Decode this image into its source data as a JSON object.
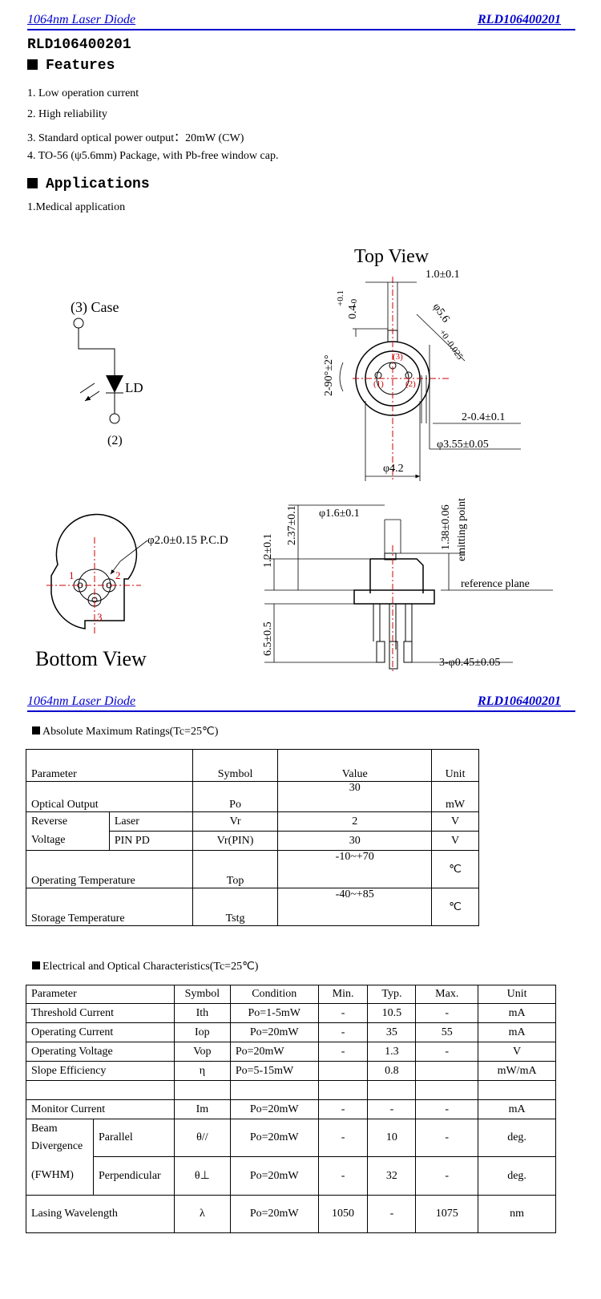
{
  "header": {
    "left": "1064nm Laser Diode",
    "right": "RLD106400201"
  },
  "part_number": "RLD106400201",
  "features": {
    "title": "Features",
    "items": [
      "1. Low operation current",
      "2. High reliability",
      "3. Standard optical power output：20mW (CW)",
      "4. TO-56 (ψ5.6mm) Package, with Pb-free window cap."
    ]
  },
  "applications": {
    "title": "Applications",
    "items": [
      "1.Medical application"
    ]
  },
  "diagram": {
    "top_view": "Top View",
    "bottom_view": "Bottom View",
    "case_label": "(3)  Case",
    "ld_label": "LD",
    "pin2_label": "(2)",
    "dim_1": "1.0±0.1",
    "dim_2": "0.4",
    "dim_2_tol_plus": "+0.1",
    "dim_2_tol_minus": "-0",
    "dim_3": "φ5.6",
    "dim_3_tol": "+0 -0.025",
    "dim_4": "2-90°±2°",
    "dim_5": "2-0.4±0.1",
    "dim_6": "φ3.55±0.05",
    "dim_7": "φ4.2",
    "dim_8": "φ1.6±0.1",
    "dim_9": "2.37±0.1",
    "dim_10": "1.2±0.1",
    "dim_11": "1.38±0.06",
    "dim_12": "emitting point",
    "dim_13": "reference plane",
    "dim_14": "6.5±0.5",
    "dim_15": "3-φ0.45±0.05",
    "dim_16": "φ2.0±0.15 P.C.D",
    "pin_1": "1",
    "pin_2": "2",
    "pin_3": "3",
    "top_pin_1": "(1)",
    "top_pin_2": "(2)",
    "top_pin_3": "(3)"
  },
  "abs_max": {
    "title": "Absolute Maximum Ratings(Tc=25℃)",
    "headers": [
      "Parameter",
      "Symbol",
      "Value",
      "Unit"
    ],
    "optical_output": {
      "param": "Optical Output",
      "symbol": "Po",
      "value": "30",
      "unit": "mW"
    },
    "reverse_voltage": {
      "label_1": "Reverse",
      "label_2": "Voltage",
      "laser": {
        "sub": "Laser",
        "symbol": "Vr",
        "value": "2",
        "unit": "V"
      },
      "pin_pd": {
        "sub": "PIN PD",
        "symbol": "Vr(PIN)",
        "value": "30",
        "unit": "V"
      }
    },
    "operating_temp": {
      "param": "Operating Temperature",
      "symbol": "Top",
      "value": "-10~+70",
      "unit": "℃"
    },
    "storage_temp": {
      "param": "Storage Temperature",
      "symbol": "Tstg",
      "value": "-40~+85",
      "unit": "℃"
    }
  },
  "electrical": {
    "title": "Electrical and Optical Characteristics(Tc=25℃)",
    "headers": [
      "Parameter",
      "Symbol",
      "Condition",
      "Min.",
      "Typ.",
      "Max.",
      "Unit"
    ],
    "rows": [
      {
        "param": "Threshold Current",
        "symbol": "Ith",
        "cond": "Po=1-5mW",
        "min": "-",
        "typ": "10.5",
        "max": "-",
        "unit": "mA"
      },
      {
        "param": "Operating Current",
        "symbol": "Iop",
        "cond": "Po=20mW",
        "min": "-",
        "typ": "35",
        "max": "55",
        "unit": "mA"
      },
      {
        "param": "Operating Voltage",
        "symbol": "Vop",
        "cond": "Po=20mW",
        "min": "-",
        "typ": "1.3",
        "max": "-",
        "unit": "V"
      },
      {
        "param": "Slope Efficiency",
        "symbol": "η",
        "cond": "Po=5-15mW",
        "min": "",
        "typ": "0.8",
        "max": "",
        "unit": "mW/mA"
      }
    ],
    "monitor": {
      "param": "Monitor Current",
      "symbol": "Im",
      "cond": "Po=20mW",
      "min": "-",
      "typ": "-",
      "max": "-",
      "unit": "mA"
    },
    "beam": {
      "label_1": "Beam",
      "label_2": "Divergence",
      "label_3": "(FWHM)",
      "parallel": {
        "sub": "Parallel",
        "symbol": "θ//",
        "cond": "Po=20mW",
        "min": "-",
        "typ": "10",
        "max": "-",
        "unit": "deg."
      },
      "perp": {
        "sub": "Perpendicular",
        "symbol": "θ⊥",
        "cond": "Po=20mW",
        "min": "-",
        "typ": "32",
        "max": "-",
        "unit": "deg."
      }
    },
    "lasing": {
      "param": "Lasing Wavelength",
      "symbol": "λ",
      "cond": "Po=20mW",
      "min": "1050",
      "typ": "-",
      "max": "1075",
      "unit": "nm"
    }
  }
}
